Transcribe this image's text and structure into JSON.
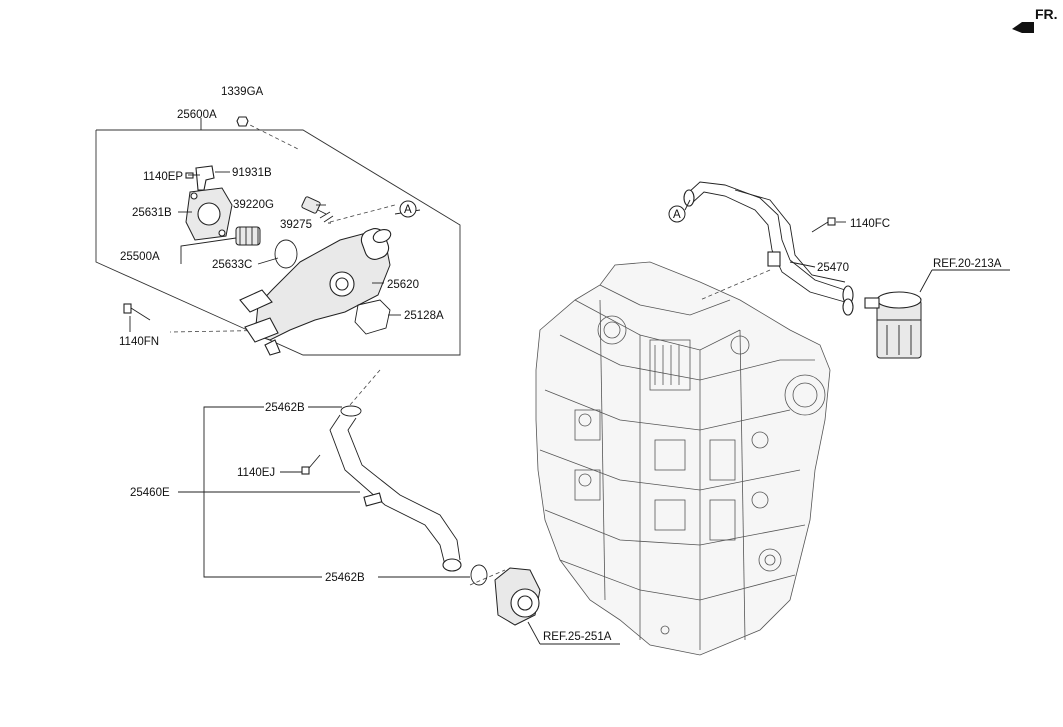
{
  "header": {
    "direction_label": "FR."
  },
  "callouts": {
    "c1339GA": "1339GA",
    "c25600A": "25600A",
    "c1140EP": "1140EP",
    "c91931B": "91931B",
    "c25631B": "25631B",
    "c39220G": "39220G",
    "c39275": "39275",
    "c25500A": "25500A",
    "c25633C": "25633C",
    "c25620": "25620",
    "c25128A": "25128A",
    "c1140FN": "1140FN",
    "c25462B_top": "25462B",
    "c1140EJ": "1140EJ",
    "c25460E": "25460E",
    "c25462B_bottom": "25462B",
    "c1140FC": "1140FC",
    "c25470": "25470",
    "ref_20_213A": "REF.20-213A",
    "ref_25_251A": "REF.25-251A",
    "marker_a_left": "A",
    "marker_a_right": "A"
  }
}
